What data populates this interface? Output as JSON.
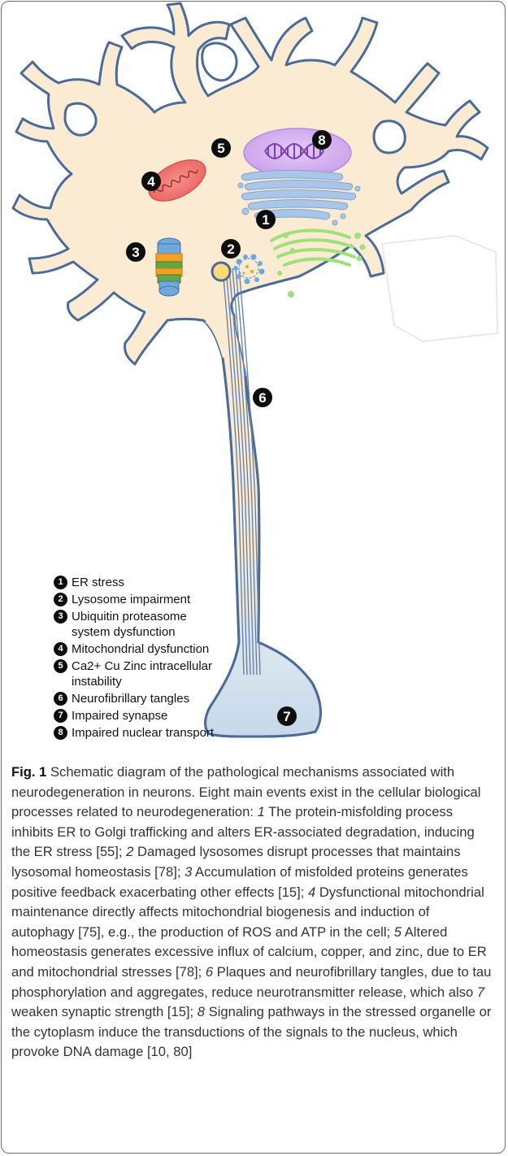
{
  "figure": {
    "markers": [
      "1",
      "2",
      "3",
      "4",
      "5",
      "6",
      "7",
      "8"
    ],
    "colors": {
      "cytoplasm": "#fcebd3",
      "outline": "#4a6b98",
      "axon_terminal": "#cfdeed",
      "mitochondrion": "#f07c7a",
      "nucleus": "#d7b6f0",
      "er": "#a9c6e8",
      "golgi": "#9fe07a",
      "proteasome_orange": "#f4a020",
      "proteasome_green": "#5fa84a",
      "proteasome_blue": "#6fa8dc",
      "marker": "#0d0d0d"
    }
  },
  "legend": [
    {
      "num": "1",
      "text": "ER stress"
    },
    {
      "num": "2",
      "text": "Lysosome impairment"
    },
    {
      "num": "3",
      "text": "Ubiquitin proteasome\nsystem dysfunction"
    },
    {
      "num": "4",
      "text": "Mitochondrial dysfunction"
    },
    {
      "num": "5",
      "text": "Ca2+ Cu Zinc intracellular\ninstability"
    },
    {
      "num": "6",
      "text": "Neurofibrillary tangles"
    },
    {
      "num": "7",
      "text": "Impaired synapse"
    },
    {
      "num": "8",
      "text": "Impaired nuclear transport"
    }
  ],
  "caption": {
    "label": "Fig. 1",
    "intro": "Schematic diagram of the pathological mechanisms associated with neurodegeneration in neurons. Eight main events exist in the cellular biological processes related to neurodegeneration:",
    "items": [
      {
        "num": "1",
        "text": "The protein-misfolding process inhibits ER to Golgi trafficking and alters ER-associated degradation, inducing the ER stress [55];"
      },
      {
        "num": "2",
        "text": "Damaged lysosomes disrupt processes that maintains lysosomal homeostasis [78];"
      },
      {
        "num": "3",
        "text": "Accumulation of misfolded proteins generates positive feedback exacerbating other effects [15];"
      },
      {
        "num": "4",
        "text": "Dysfunctional mitochondrial maintenance directly affects mitochondrial biogenesis and induction of autophagy [75], e.g., the production of ROS and ATP in the cell;"
      },
      {
        "num": "5",
        "text": "Altered homeostasis generates excessive influx of calcium, copper, and zinc, due to ER and mitochondrial stresses [78];"
      },
      {
        "num": "6",
        "text": "Plaques and neurofibrillary tangles, due to tau phosphorylation and aggregates, reduce neurotransmitter release, which also"
      },
      {
        "num": "7",
        "text": "weaken synaptic strength [15];"
      },
      {
        "num": "8",
        "text": "Signaling pathways in the stressed organelle or the cytoplasm induce the transductions of the signals to the nucleus, which provoke DNA damage [10, 80]"
      }
    ]
  }
}
